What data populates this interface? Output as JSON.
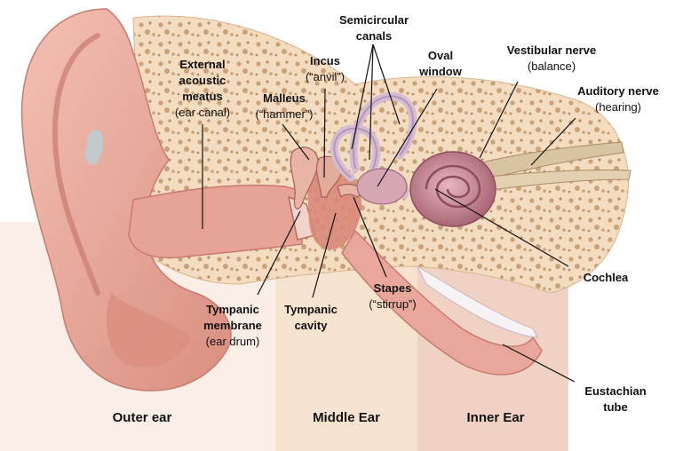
{
  "labels": {
    "semicircular_canals": {
      "line1": "Semicircular",
      "line2": "canals"
    },
    "incus": {
      "name": "Incus",
      "common": "(“anvil”)"
    },
    "oval_window": {
      "line1": "Oval",
      "line2": "window"
    },
    "vestibular_nerve": {
      "name": "Vestibular nerve",
      "desc": "(balance)"
    },
    "auditory_nerve": {
      "name": "Auditory nerve",
      "desc": "(hearing)"
    },
    "external_acoustic_meatus": {
      "line1": "External",
      "line2": "acoustic",
      "line3": "meatus",
      "desc": "(ear canal)"
    },
    "malleus": {
      "name": "Malleus",
      "common": "(“hammer”)"
    },
    "cochlea": {
      "name": "Cochlea"
    },
    "stapes": {
      "name": "Stapes",
      "common": "(“stirrup”)"
    },
    "tympanic_membrane": {
      "line1": "Tympanic",
      "line2": "membrane",
      "desc": "(ear drum)"
    },
    "tympanic_cavity": {
      "line1": "Tympanic",
      "line2": "cavity"
    },
    "eustachian_tube": {
      "line1": "Eustachian",
      "line2": "tube"
    }
  },
  "sections": {
    "outer": "Outer ear",
    "middle": "Middle Ear",
    "inner": "Inner Ear"
  },
  "colors": {
    "skin": "#e9a79c",
    "skin_dark": "#c97a6e",
    "bone": "#f3dcc0",
    "bone_spot": "#c9a27a",
    "middle_bg": "#f5e3cf",
    "inner_bg": "#efd2c4",
    "cochlea": "#b97a86",
    "canal": "#d9c2d8",
    "nerve": "#d8c3a2"
  }
}
